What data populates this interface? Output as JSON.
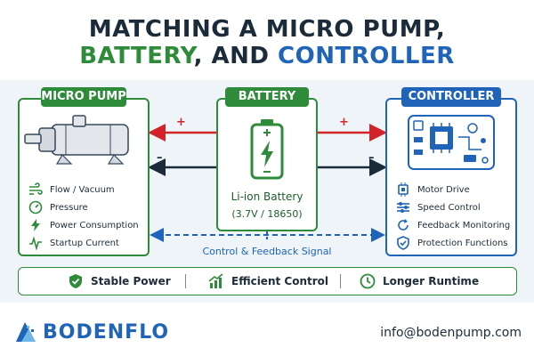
{
  "title": {
    "line1": "MATCHING A MICRO PUMP,",
    "line2_part1": "BATTERY",
    "line2_part2": ", AND ",
    "line2_part3": "CONTROLLER"
  },
  "pump": {
    "label": "MICRO PUMP",
    "features": [
      {
        "icon": "wind-icon",
        "label": "Flow / Vacuum"
      },
      {
        "icon": "gauge-icon",
        "label": "Pressure"
      },
      {
        "icon": "lightning-icon",
        "label": "Power Consumption"
      },
      {
        "icon": "pulse-icon",
        "label": "Startup Current"
      }
    ]
  },
  "battery": {
    "label": "BATTERY",
    "name": "Li-ion Battery",
    "spec": "(3.7V / 18650)"
  },
  "controller": {
    "label": "CONTROLLER",
    "features": [
      {
        "icon": "chip-icon",
        "label": "Motor Drive"
      },
      {
        "icon": "sliders-icon",
        "label": "Speed Control"
      },
      {
        "icon": "refresh-icon",
        "label": "Feedback Monitoring"
      },
      {
        "icon": "shield-check-icon",
        "label": "Protection Functions"
      }
    ]
  },
  "wires": {
    "plus": "+",
    "minus": "–",
    "signal_label": "Control & Feedback Signal"
  },
  "benefits": [
    {
      "icon": "shield-check-icon",
      "label": "Stable Power"
    },
    {
      "icon": "chart-up-icon",
      "label": "Efficient Control"
    },
    {
      "icon": "clock-icon",
      "label": "Longer Runtime"
    }
  ],
  "footer": {
    "brand": "BODENFLO",
    "email": "info@bodenpump.com"
  },
  "colors": {
    "green": "#2e8b3a",
    "blue": "#1f64b8",
    "red": "#d2232a",
    "dark": "#1c2b3a"
  }
}
